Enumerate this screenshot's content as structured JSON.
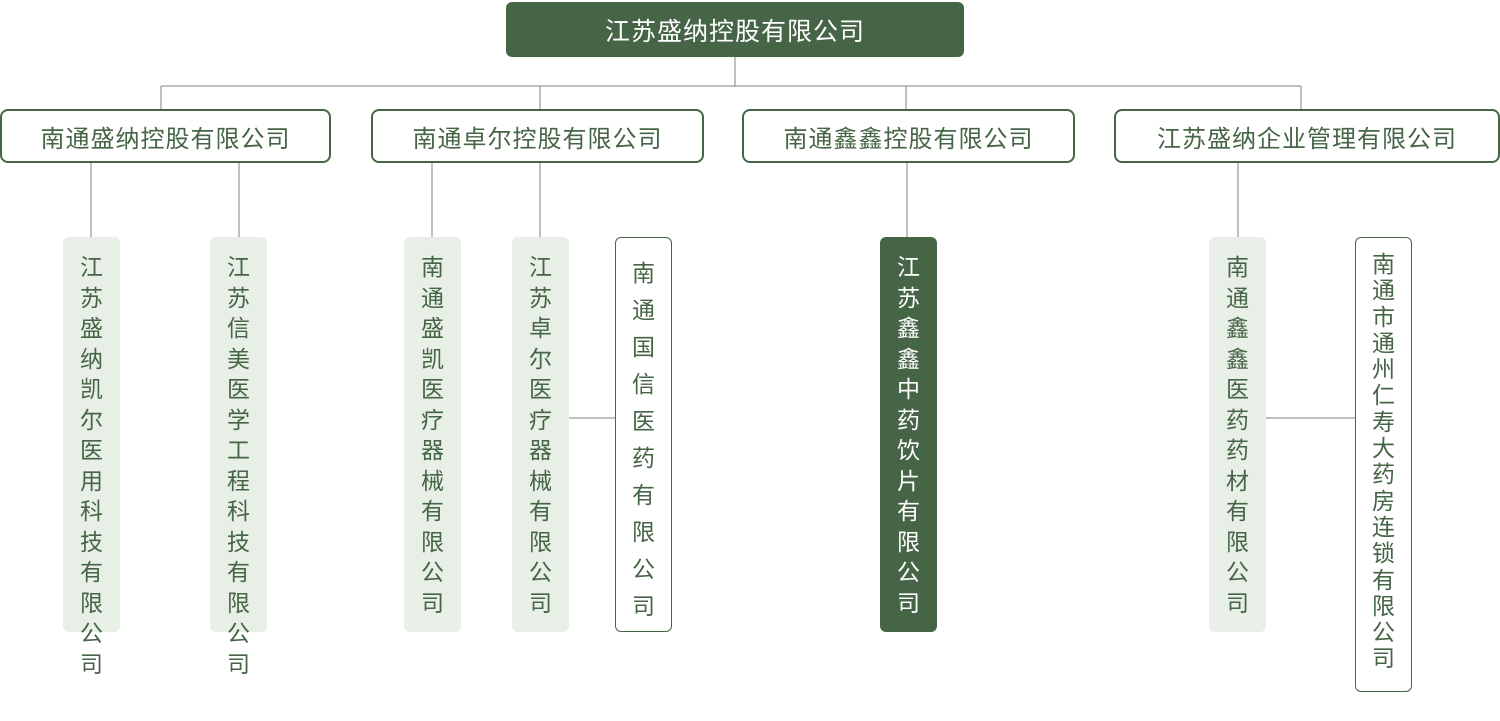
{
  "root": {
    "label": "江苏盛纳控股有限公司"
  },
  "holdings": [
    {
      "label": "南通盛纳控股有限公司",
      "subsidiaries": [
        {
          "label": "江苏盛纳凯尔医用科技有限公司"
        },
        {
          "label": "江苏信美医学工程科技有限公司"
        }
      ]
    },
    {
      "label": "南通卓尔控股有限公司",
      "subsidiaries": [
        {
          "label": "南通盛凯医疗器械有限公司"
        },
        {
          "label": "江苏卓尔医疗器械有限公司"
        },
        {
          "label": "南通国信医药有限公司"
        }
      ]
    },
    {
      "label": "南通鑫鑫控股有限公司",
      "subsidiaries": [
        {
          "label": "江苏鑫鑫中药饮片有限公司"
        }
      ]
    },
    {
      "label": "江苏盛纳企业管理有限公司",
      "subsidiaries": [
        {
          "label": "南通鑫鑫医药药材有限公司"
        },
        {
          "label": "南通市通州仁寿大药房连锁有限公司"
        }
      ]
    }
  ],
  "colors": {
    "primary": "#466446",
    "light_fill": "#e8efe6",
    "connector": "#808080"
  }
}
